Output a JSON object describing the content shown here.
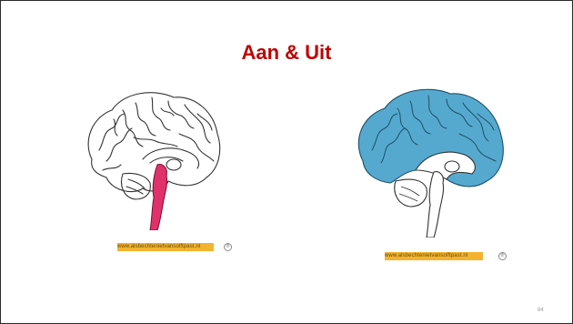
{
  "slide": {
    "title": "Aan & Uit",
    "title_color": "#c00000",
    "page_number": "84"
  },
  "images": [
    {
      "name": "brain-brainstem-highlighted",
      "highlight_region": "brainstem",
      "highlight_color": "#e0316a",
      "watermark": "www.alsbechtenietvansolftpast.nl",
      "watermark_bg": "#f2b430"
    },
    {
      "name": "brain-cortex-highlighted",
      "highlight_region": "cortex",
      "highlight_color": "#55a9cf",
      "watermark": "www.alsbechtenietvansolftpast.nl",
      "watermark_bg": "#f2b430"
    }
  ]
}
